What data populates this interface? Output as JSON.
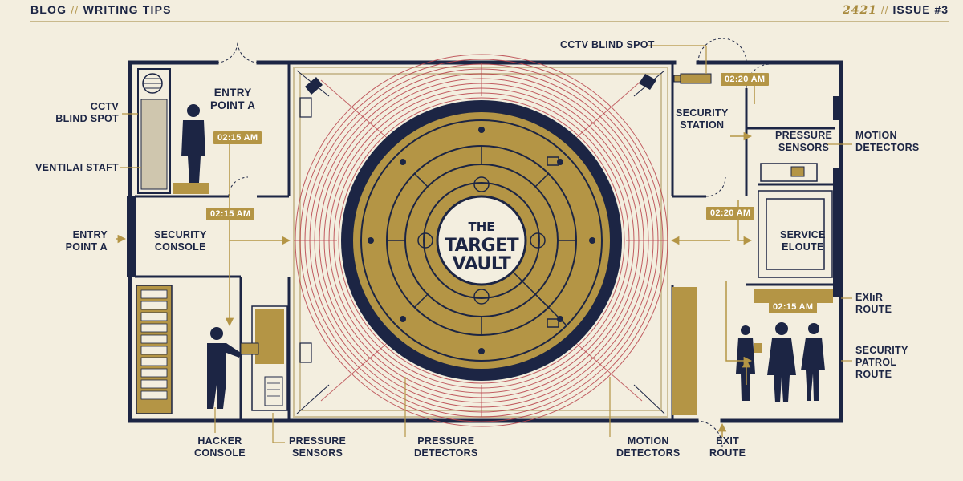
{
  "header": {
    "left_part1": "BLOG",
    "left_sep": "//",
    "left_part2": "WRITING TIPS",
    "right_num": "2421",
    "right_sep": "//",
    "right_issue": "ISSUE #3"
  },
  "colors": {
    "navy": "#1c2544",
    "gold": "#b49545",
    "red": "#b8424a",
    "paper": "#f3eedf"
  },
  "vault": {
    "line1": "THE",
    "line2": "TARGET",
    "line3": "VAULT"
  },
  "labels": {
    "cctv_left": "CCTV\nBLIND SPOT",
    "ventilation": "VENTILAI STAFT",
    "entry_left": "ENTRY\nPOINT A",
    "entry_room": "ENTRY\nPOINT A",
    "security_console": "SECURITY\nCONSOLE",
    "cctv_top": "CCTV BLIND SPOT",
    "security_station": "SECURITY\nSTATION",
    "pressure_sensors_right": "PRESSURE\nSENSORS",
    "motion_detectors_right": "MOTION\nDETECTORS",
    "service_route": "SERVICE\nELOUTE",
    "exit_route_right": "EXIıR\nROUTE",
    "security_patrol": "SECURITY\nPATROL\nROUTE",
    "hacker_console": "HACKER\nCONSOLE",
    "pressure_sensors_bottom": "PRESSURE\nSENSORS",
    "pressure_detectors": "PRESSURE\nDETECTORS",
    "motion_detectors_bottom": "MOTION\nDETECTORS",
    "exit_route_bottom": "EXIT\nROUTE"
  },
  "timestamps": {
    "t1": "02:15 AM",
    "t2": "02:15 AM",
    "t3": "02:20 AM",
    "t4": "02:20 AM",
    "t5": "02:15 AM"
  }
}
